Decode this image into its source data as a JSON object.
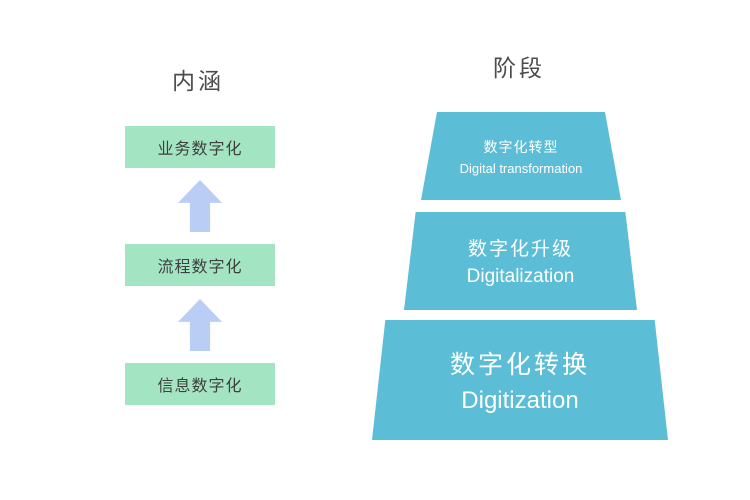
{
  "left": {
    "title": "内涵",
    "boxes": [
      {
        "label": "业务数字化"
      },
      {
        "label": "流程数字化"
      },
      {
        "label": "信息数字化"
      }
    ]
  },
  "right": {
    "title": "阶段",
    "levels": [
      {
        "zh": "数字化转型",
        "en": "Digital transformation"
      },
      {
        "zh": "数字化升级",
        "en": "Digitalization"
      },
      {
        "zh": "数字化转换",
        "en": "Digitization"
      }
    ]
  },
  "colors": {
    "box_green": "#a3e5c3",
    "arrow_blue": "#b9cdf5",
    "pyramid_teal": "#5cbdd6",
    "title_gray": "#4c4c4c",
    "pyramid_text": "#ffffff"
  }
}
